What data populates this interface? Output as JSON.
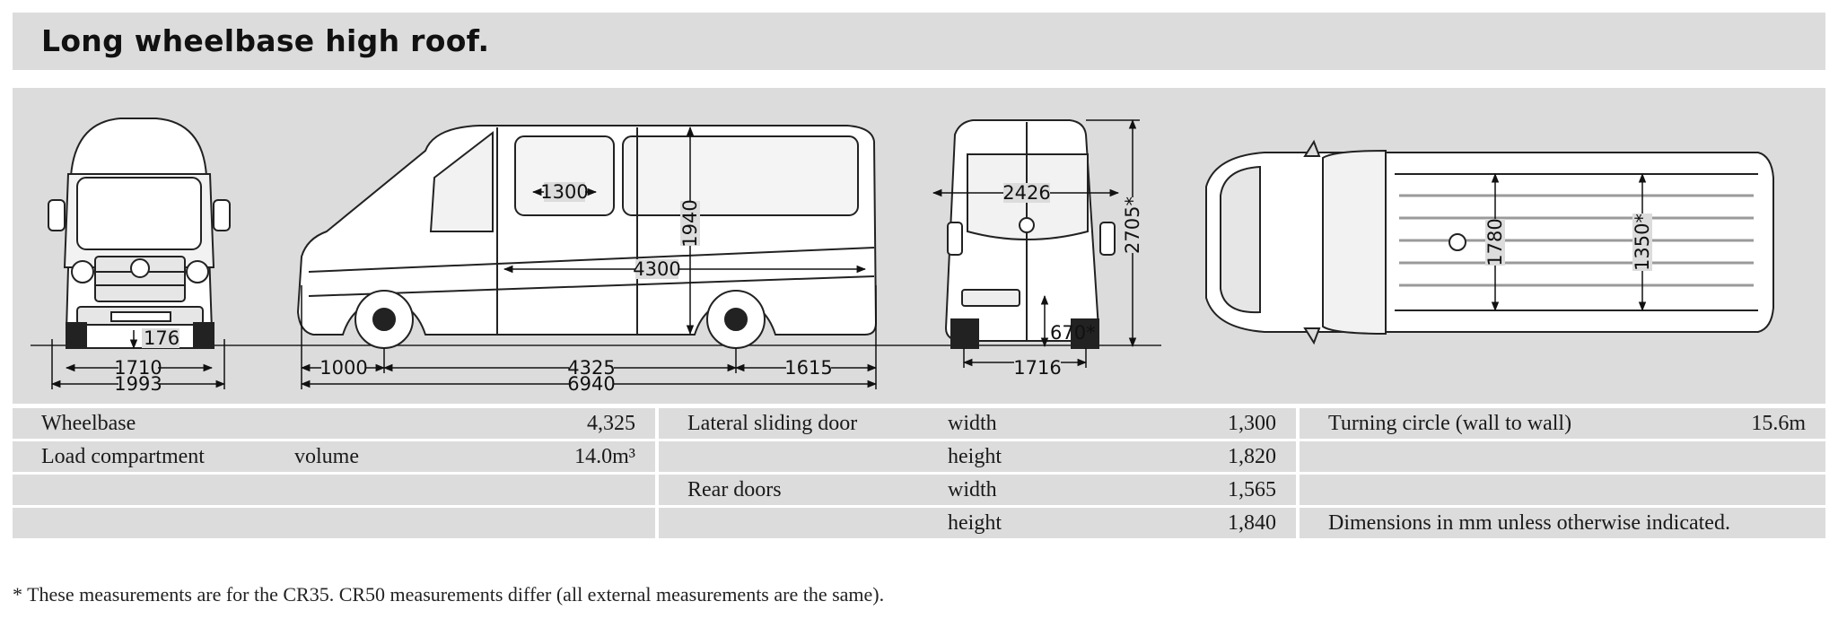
{
  "title": "Long wheelbase high roof.",
  "dimensions": {
    "front_176": "176",
    "front_track": "1710",
    "front_width": "1993",
    "side_door_width": "1300",
    "side_height": "1940",
    "side_cargo_length": "4300",
    "side_front_overhang": "1000",
    "side_wheelbase": "4325",
    "side_rear_overhang": "1615",
    "side_total_length": "6940",
    "rear_width": "2426",
    "rear_height": "2705*",
    "rear_step": "670*",
    "rear_track": "1716",
    "top_1780": "1780",
    "top_1350": "1350*"
  },
  "specs": {
    "wheelbase_label": "Wheelbase",
    "wheelbase_value": "4,325",
    "load_label": "Load compartment",
    "load_sub": "volume",
    "load_value": "14.0m³",
    "lateral_label": "Lateral sliding door",
    "lateral_width_label": "width",
    "lateral_width_value": "1,300",
    "lateral_height_label": "height",
    "lateral_height_value": "1,820",
    "rear_label": "Rear doors",
    "rear_width_label": "width",
    "rear_width_value": "1,565",
    "rear_height_label": "height",
    "rear_height_value": "1,840",
    "turning_label": "Turning circle (wall to wall)",
    "turning_value": "15.6m",
    "units_note": "Dimensions in mm unless otherwise indicated."
  },
  "footnote": "* These measurements are for the CR35. CR50 measurements differ (all external measurements are the same)."
}
